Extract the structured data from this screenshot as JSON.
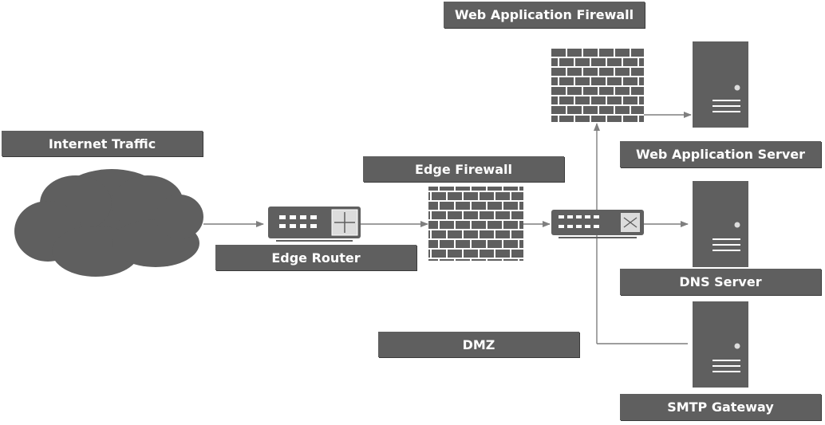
{
  "labels": {
    "web_application_firewall": "Web Application Firewall",
    "internet_traffic": "Internet Traffic",
    "edge_firewall": "Edge Firewall",
    "edge_router": "Edge Router",
    "web_application_server": "Web Application Server",
    "dns_server": "DNS Server",
    "dmz": "DMZ",
    "smtp_gateway": "SMTP Gateway"
  },
  "colors": {
    "shape_fill": "#5f5f5f",
    "connector": "#7f7f7f",
    "label_text": "#ffffff"
  },
  "icons": [
    "cloud-icon",
    "router-icon",
    "firewall-icon",
    "switch-icon",
    "server-icon"
  ]
}
